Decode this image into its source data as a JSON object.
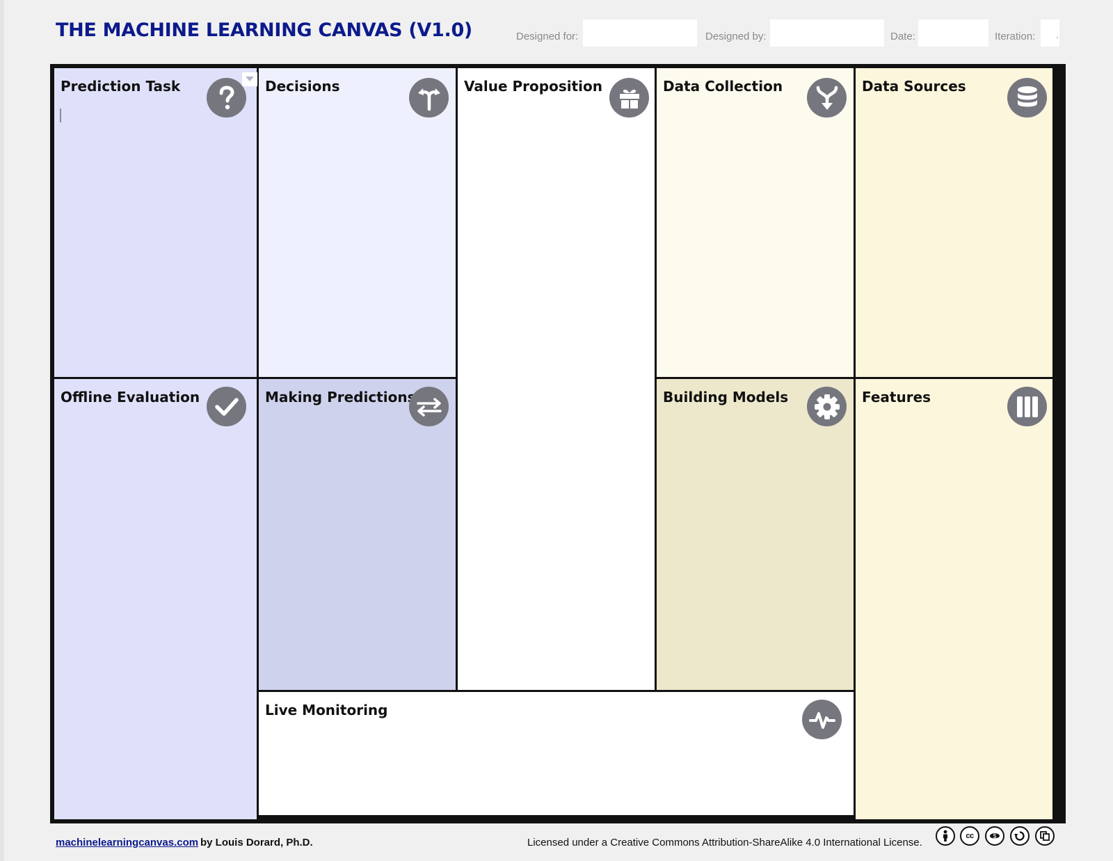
{
  "header": {
    "title": "THE MACHINE LEARNING CANVAS (V1.0)",
    "designed_for_label": "Designed for:",
    "designed_for_value": "",
    "designed_by_label": "Designed by:",
    "designed_by_value": "",
    "date_label": "Date:",
    "date_value": "",
    "iteration_label": "Iteration:",
    "iteration_value": "."
  },
  "canvas": {
    "prediction_task": {
      "title": "Prediction Task",
      "icon": "question-icon",
      "bg": "#dfe1fb"
    },
    "decisions": {
      "title": "Decisions",
      "icon": "fork-arrows-icon",
      "bg": "#eef0fd"
    },
    "value_proposition": {
      "title": "Value Proposition",
      "icon": "gift-icon",
      "bg": "#ffffff"
    },
    "data_collection": {
      "title": "Data Collection",
      "icon": "merge-down-icon",
      "bg": "#fdfbee"
    },
    "data_sources": {
      "title": "Data Sources",
      "icon": "database-icon",
      "bg": "#fbf6dc"
    },
    "offline_evaluation": {
      "title": "Offline Evaluation",
      "icon": "check-icon",
      "bg": "#dfe1fb"
    },
    "making_predictions": {
      "title": "Making Predictions",
      "icon": "swap-arrows-icon",
      "bg": "#ced2ec"
    },
    "building_models": {
      "title": "Building Models",
      "icon": "gear-icon",
      "bg": "#ede8cc"
    },
    "features": {
      "title": "Features",
      "icon": "columns-icon",
      "bg": "#fcf7dc"
    },
    "live_monitoring": {
      "title": "Live Monitoring",
      "icon": "pulse-icon",
      "bg": "#ffffff"
    }
  },
  "footer": {
    "site_link": "machinelearningcanvas.com",
    "author": "by Louis Dorard, Ph.D.",
    "license": "Licensed under a Creative Commons Attribution-ShareAlike 4.0 International License.",
    "license_icons": [
      "attribution-icon",
      "cc-icon",
      "noncommercial-icon",
      "sharealike-icon",
      "copy-icon"
    ]
  },
  "colors": {
    "title_blue": "#0c1a8c",
    "icon_gray": "#76767f",
    "border": "#111111"
  }
}
